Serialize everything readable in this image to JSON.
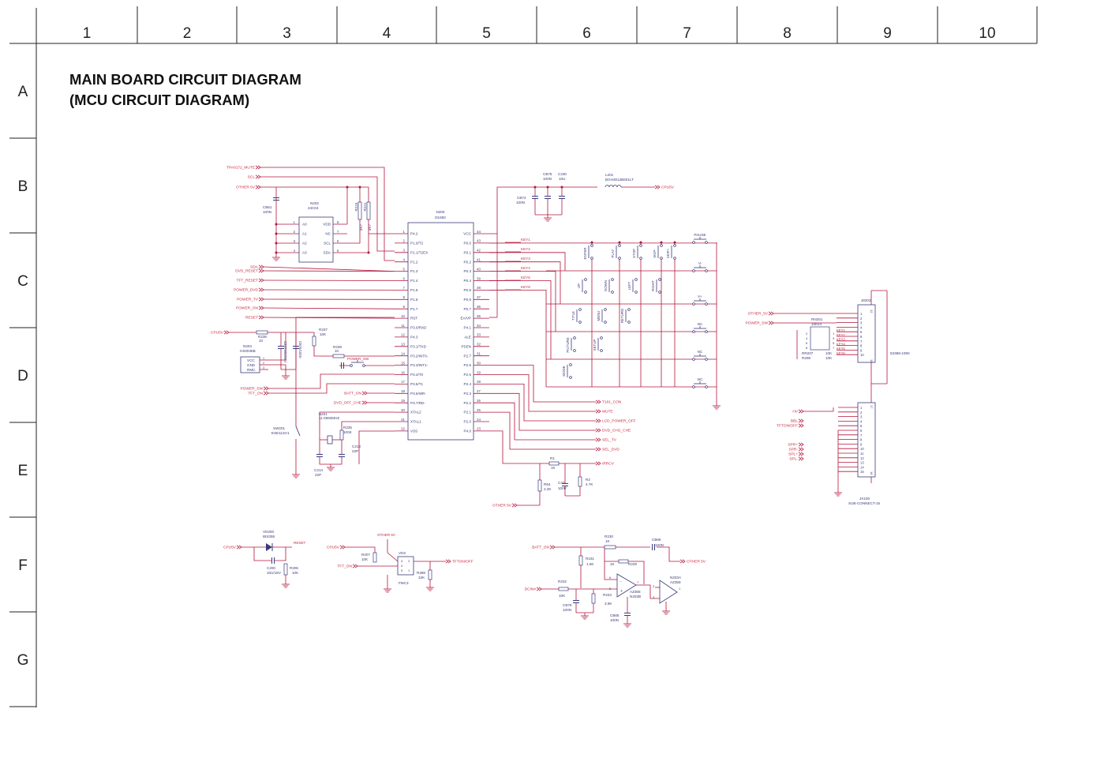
{
  "title_line1": "MAIN BOARD CIRCUIT DIAGRAM",
  "title_line2": "(MCU CIRCUIT DIAGRAM)",
  "columns": [
    "1",
    "2",
    "3",
    "4",
    "5",
    "6",
    "7",
    "8",
    "9",
    "10"
  ],
  "rows": [
    "A",
    "B",
    "C",
    "D",
    "E",
    "F",
    "G"
  ],
  "colors": {
    "wire": "#b5153c",
    "label": "#c8263e",
    "part": "#3a3a7a",
    "frame": "#222222"
  },
  "mcu": {
    "ref": "N200",
    "part": "D1650",
    "left_pins": [
      {
        "n": "1",
        "name": "P4.2"
      },
      {
        "n": "2",
        "name": "P1.0/T2"
      },
      {
        "n": "3",
        "name": "P1.1/T2EX"
      },
      {
        "n": "4",
        "name": "P1.2"
      },
      {
        "n": "5",
        "name": "P1.3"
      },
      {
        "n": "6",
        "name": "P1.4"
      },
      {
        "n": "7",
        "name": "P1.5"
      },
      {
        "n": "8",
        "name": "P1.6"
      },
      {
        "n": "9",
        "name": "P1.7"
      },
      {
        "n": "10",
        "name": "RST"
      },
      {
        "n": "11",
        "name": "P3.0/RXD"
      },
      {
        "n": "12",
        "name": "P4.3"
      },
      {
        "n": "13",
        "name": "P3.1/TXD"
      },
      {
        "n": "14",
        "name": "P3.2/INT0-"
      },
      {
        "n": "15",
        "name": "P3.3/INT1-"
      },
      {
        "n": "16",
        "name": "P3.4/T0"
      },
      {
        "n": "17",
        "name": "P3.5/T1"
      },
      {
        "n": "18",
        "name": "P3.6/WR-"
      },
      {
        "n": "19",
        "name": "P3.7/RD-"
      },
      {
        "n": "20",
        "name": "XTAL2"
      },
      {
        "n": "21",
        "name": "XTAL1"
      },
      {
        "n": "22",
        "name": "VSS"
      }
    ],
    "right_pins": [
      {
        "n": "44",
        "name": "VCC"
      },
      {
        "n": "43",
        "name": "P0.0"
      },
      {
        "n": "42",
        "name": "P0.1"
      },
      {
        "n": "41",
        "name": "P0.2"
      },
      {
        "n": "40",
        "name": "P0.3"
      },
      {
        "n": "39",
        "name": "P0.4"
      },
      {
        "n": "38",
        "name": "P0.5"
      },
      {
        "n": "37",
        "name": "P0.6"
      },
      {
        "n": "36",
        "name": "P0.7"
      },
      {
        "n": "35",
        "name": "EA/VP"
      },
      {
        "n": "34",
        "name": "P4.1"
      },
      {
        "n": "33",
        "name": "ALE"
      },
      {
        "n": "32",
        "name": "PSEN"
      },
      {
        "n": "31",
        "name": "P2.7"
      },
      {
        "n": "30",
        "name": "P2.6"
      },
      {
        "n": "29",
        "name": "P2.5"
      },
      {
        "n": "28",
        "name": "P2.4"
      },
      {
        "n": "27",
        "name": "P2.3"
      },
      {
        "n": "26",
        "name": "P2.2"
      },
      {
        "n": "25",
        "name": "P2.1"
      },
      {
        "n": "24",
        "name": "P2.0"
      },
      {
        "n": "23",
        "name": "P4.0"
      }
    ]
  },
  "eeprom": {
    "ref": "N202",
    "part": "24C04",
    "left_pins": [
      {
        "n": "1",
        "name": "A0"
      },
      {
        "n": "2",
        "name": "A1"
      },
      {
        "n": "3",
        "name": "A2"
      },
      {
        "n": "4",
        "name": "A3"
      }
    ],
    "right_pins": [
      {
        "n": "8",
        "name": "VDD"
      },
      {
        "n": "7",
        "name": "NC"
      },
      {
        "n": "6",
        "name": "SCL"
      },
      {
        "n": "5",
        "name": "SDA"
      }
    ]
  },
  "left_nets": [
    {
      "id": "tpa",
      "label": "TPA0172_MUTE"
    },
    {
      "id": "scl",
      "label": "SCL"
    },
    {
      "id": "oth5",
      "label": "OTHER 5V"
    },
    {
      "id": "sda",
      "label": "SDA"
    },
    {
      "id": "dvdr",
      "label": "DVD_RESET"
    },
    {
      "id": "tftr",
      "label": "TFT_RESET"
    },
    {
      "id": "pdvd",
      "label": "POWER_DVD"
    },
    {
      "id": "ptv",
      "label": "POWER_TV"
    },
    {
      "id": "pon",
      "label": "POWER_ON"
    },
    {
      "id": "rst",
      "label": "RESET"
    },
    {
      "id": "cpu5",
      "label": "CPU5V"
    },
    {
      "id": "psw",
      "label": "POWER_SW"
    },
    {
      "id": "tfton",
      "label": "TFT_ON"
    }
  ],
  "inner_nets": [
    {
      "id": "batt",
      "label": "BATT_ON"
    },
    {
      "id": "dvdoff",
      "label": "DVD_OFF_CHE"
    }
  ],
  "right_nets": [
    {
      "id": "t101",
      "label": "T101_CON"
    },
    {
      "id": "mute",
      "label": "MUTE"
    },
    {
      "id": "lcd",
      "label": "LCD_POWER_OFF"
    },
    {
      "id": "dvdchg",
      "label": "DVD_CHG_CHE"
    },
    {
      "id": "seltv",
      "label": "SEL_TV"
    },
    {
      "id": "seldvd",
      "label": "SEL_DVD"
    },
    {
      "id": "irrcv",
      "label": "IRRCV"
    }
  ],
  "keys": [
    "KEY1",
    "KEY2",
    "KEY3",
    "KEY4",
    "KEY5",
    "KEY6"
  ],
  "switches": [
    {
      "label": "ENTER"
    },
    {
      "label": "PLAY"
    },
    {
      "label": "STOP"
    },
    {
      "label": "SKIP-"
    },
    {
      "label": "SKIP+"
    },
    {
      "label": "UP"
    },
    {
      "label": "DOWN"
    },
    {
      "label": "LEFT"
    },
    {
      "label": "RIGHT"
    },
    {
      "label": "TITLE"
    },
    {
      "label": "MENU"
    },
    {
      "label": "RETURN"
    },
    {
      "label": "PICTURE"
    },
    {
      "label": "SETUP"
    },
    {
      "label": "MODE"
    }
  ],
  "panel_switches": [
    {
      "label": "PAUSE"
    },
    {
      "label": "V-"
    },
    {
      "label": "V+"
    },
    {
      "label": "NC"
    },
    {
      "label": "NC"
    },
    {
      "label": "NC"
    }
  ],
  "components": [
    {
      "id": "cb61",
      "ref": "CB61",
      "value": "100N"
    },
    {
      "id": "r224",
      "ref": "R224",
      "value": "4K7"
    },
    {
      "id": "r221",
      "ref": "R221",
      "value": "4K7"
    },
    {
      "id": "cb75",
      "ref": "CB75",
      "value": "100N"
    },
    {
      "id": "c230",
      "ref": "C230",
      "value": "10U"
    },
    {
      "id": "cb74",
      "ref": "CB74",
      "value": "100N"
    },
    {
      "id": "l201",
      "ref": "L201",
      "value": "BGH3012B601LT"
    },
    {
      "id": "r236",
      "ref": "R236",
      "value": "10"
    },
    {
      "id": "c227",
      "ref": "C227",
      "value": "10U/16V"
    },
    {
      "id": "cb76b",
      "ref": "CB76",
      "value": "100N"
    },
    {
      "id": "r237",
      "ref": "R237",
      "value": "10K"
    },
    {
      "id": "r239",
      "ref": "R239",
      "value": "10"
    },
    {
      "id": "n204",
      "ref": "N204",
      "value": "HS0038B"
    },
    {
      "id": "sw201",
      "ref": "SW201",
      "value": "ESE11SV1"
    },
    {
      "id": "b201",
      "ref": "B201",
      "value": "11.0592MHZ"
    },
    {
      "id": "r235",
      "ref": "R235",
      "value": "100K"
    },
    {
      "id": "c213",
      "ref": "C213",
      "value": "22P"
    },
    {
      "id": "c214",
      "ref": "C214",
      "value": "22P"
    },
    {
      "id": "r1",
      "ref": "R1",
      "value": "1K"
    },
    {
      "id": "r64",
      "ref": "R64",
      "value": "2.2K"
    },
    {
      "id": "c47",
      "ref": "C47",
      "value": "100P"
    },
    {
      "id": "r2",
      "ref": "R2",
      "value": "4.7K"
    },
    {
      "id": "rn201",
      "ref": "RN201",
      "value": "10Kx4"
    },
    {
      "id": "rr207",
      "ref": "RR207",
      "value": "10K"
    },
    {
      "id": "r208",
      "ref": "R208",
      "value": "10K"
    },
    {
      "id": "vd200",
      "ref": "VD200",
      "value": "IBS355"
    },
    {
      "id": "c200",
      "ref": "C200",
      "value": "10U/16V"
    },
    {
      "id": "r206",
      "ref": "R206",
      "value": "10K"
    },
    {
      "id": "r207",
      "ref": "R207",
      "value": "10K"
    },
    {
      "id": "vd3",
      "ref": "VD3",
      "value": "FMC3"
    },
    {
      "id": "r288",
      "ref": "R288",
      "value": "10K"
    },
    {
      "id": "r230",
      "ref": "R230",
      "value": "1K"
    },
    {
      "id": "cb66",
      "ref": "CB66",
      "value": "100N"
    },
    {
      "id": "r231",
      "ref": "R231",
      "value": "1.5K"
    },
    {
      "id": "r229",
      "ref": "R229",
      "value": "1K"
    },
    {
      "id": "r232",
      "ref": "R232",
      "value": "10K"
    },
    {
      "id": "cb76",
      "ref": "CB76",
      "value": "100N"
    },
    {
      "id": "r234",
      "ref": "R234",
      "value": "3.9K"
    },
    {
      "id": "cb65",
      "ref": "CB65",
      "value": "100N"
    },
    {
      "id": "n203b",
      "ref": "N203B",
      "value": "AZ358"
    },
    {
      "id": "n203a",
      "ref": "N203A",
      "value": "AZ358"
    }
  ],
  "ir_pins": [
    "VCC",
    "GND",
    "RMC"
  ],
  "j8203": {
    "ref": "J8203",
    "part": "53398-1090",
    "pins": [
      "1",
      "2",
      "3",
      "4",
      "5",
      "6",
      "7",
      "8",
      "9",
      "10"
    ],
    "end_a": "12",
    "end_b": "11"
  },
  "j8203_nets": {
    "oth5": "OTHER_5V",
    "psw": "POWER_SW"
  },
  "jx100": {
    "ref": "JX100",
    "part": "SUB-CONNECT-15",
    "pins": [
      "1",
      "2",
      "3",
      "4",
      "5",
      "6",
      "7",
      "8",
      "9",
      "10",
      "11",
      "12",
      "13",
      "14",
      "15"
    ],
    "end_a": "17",
    "end_b": "16"
  },
  "jx100_nets": [
    "HV",
    "BBL",
    "TFTON/OFF",
    "SPR+",
    "SPR-",
    "SPL+",
    "SPL-"
  ],
  "bottom_nets": {
    "cpu5a": "CPU5V",
    "reset": "RESET",
    "cpu5b": "CPU5V",
    "oth5b": "OTHER 5V",
    "tfton": "TFT_ON",
    "tftonoff": "TFTON/OFF",
    "batt": "BATT_ON",
    "dcin": "DCIN#",
    "oth5c": "OTHER 5V",
    "oth5d": "OTHER 5V"
  },
  "opamp_pins": [
    "6",
    "5",
    "7",
    "2",
    "3",
    "1"
  ]
}
